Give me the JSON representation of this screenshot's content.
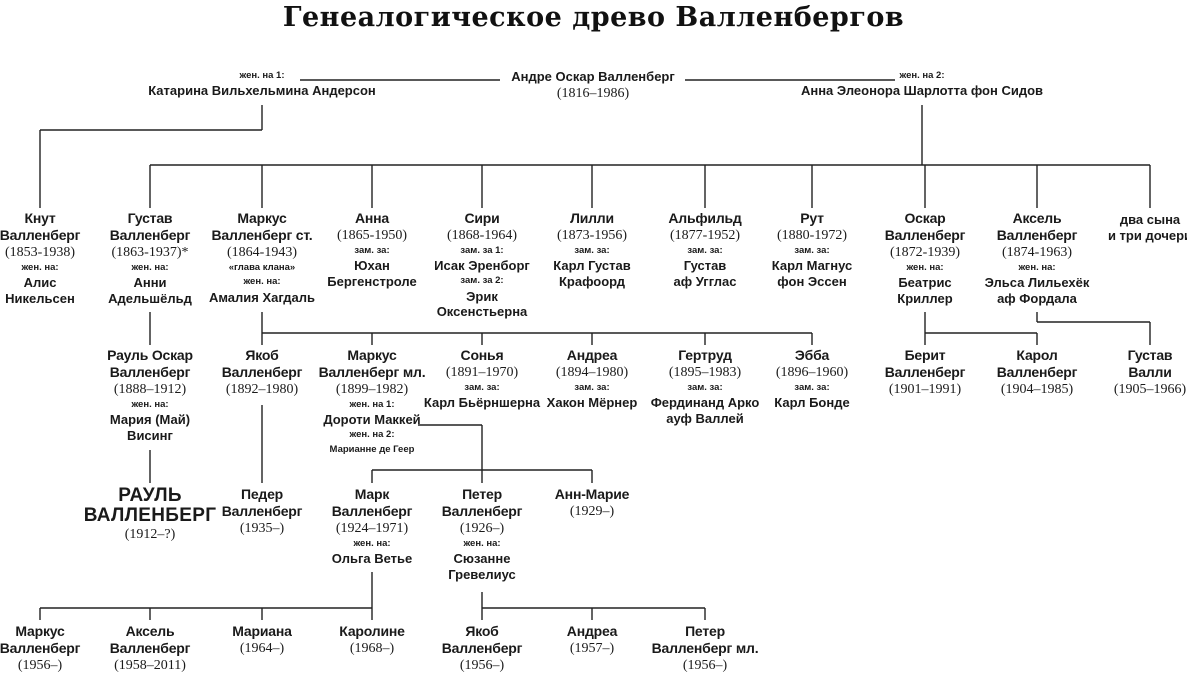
{
  "title": "Генеалогическое древо Валленбергов",
  "nodes": [
    {
      "id": "andre",
      "lines": [
        {
          "t": "Андре Оскар Валленберг",
          "k": "s"
        },
        {
          "t": "(1816–1986)",
          "k": "d"
        }
      ]
    },
    {
      "id": "katarina",
      "lines": [
        {
          "t": "жен. на 1:",
          "k": "l"
        },
        {
          "t": "Катарина Вильхельмина Андерсон",
          "k": "s"
        }
      ]
    },
    {
      "id": "anna_eleonora",
      "lines": [
        {
          "t": "жен. на 2:",
          "k": "l"
        },
        {
          "t": "Анна Элеонора Шарлотта фон Сидов",
          "k": "s"
        }
      ]
    },
    {
      "id": "knut",
      "lines": [
        {
          "t": "Кнут",
          "k": "n"
        },
        {
          "t": "Валленберг",
          "k": "n"
        },
        {
          "t": "(1853-1938)",
          "k": "d"
        },
        {
          "t": "жен. на:",
          "k": "l"
        },
        {
          "t": "Алис",
          "k": "s"
        },
        {
          "t": "Никельсен",
          "k": "s"
        }
      ]
    },
    {
      "id": "gustav",
      "lines": [
        {
          "t": "Густав",
          "k": "n"
        },
        {
          "t": "Валленберг",
          "k": "n"
        },
        {
          "t": "(1863-1937)*",
          "k": "d"
        },
        {
          "t": "жен. на:",
          "k": "l"
        },
        {
          "t": "Анни",
          "k": "s"
        },
        {
          "t": "Адельшёльд",
          "k": "s"
        }
      ]
    },
    {
      "id": "markus_sr",
      "lines": [
        {
          "t": "Маркус",
          "k": "n"
        },
        {
          "t": "Валленберг ст.",
          "k": "n"
        },
        {
          "t": "(1864-1943)",
          "k": "d"
        },
        {
          "t": "«глава клана»",
          "k": "l"
        },
        {
          "t": "жен. на:",
          "k": "l"
        },
        {
          "t": "Амалия Хагдаль",
          "k": "s"
        }
      ]
    },
    {
      "id": "anna",
      "lines": [
        {
          "t": "Анна",
          "k": "n"
        },
        {
          "t": "(1865-1950)",
          "k": "d"
        },
        {
          "t": "зам. за:",
          "k": "l"
        },
        {
          "t": "Юхан",
          "k": "s"
        },
        {
          "t": "Бергенстроле",
          "k": "s"
        }
      ]
    },
    {
      "id": "siri",
      "lines": [
        {
          "t": "Сири",
          "k": "n"
        },
        {
          "t": "(1868-1964)",
          "k": "d"
        },
        {
          "t": "зам. за 1:",
          "k": "l"
        },
        {
          "t": "Исак Эренборг",
          "k": "s"
        },
        {
          "t": "зам. за 2:",
          "k": "l"
        },
        {
          "t": "Эрик",
          "k": "s"
        },
        {
          "t": "Оксенстьерна",
          "k": "s"
        }
      ]
    },
    {
      "id": "lilli",
      "lines": [
        {
          "t": "Лилли",
          "k": "n"
        },
        {
          "t": "(1873-1956)",
          "k": "d"
        },
        {
          "t": "зам. за:",
          "k": "l"
        },
        {
          "t": "Карл Густав",
          "k": "s"
        },
        {
          "t": "Крафоорд",
          "k": "s"
        }
      ]
    },
    {
      "id": "alfhild",
      "lines": [
        {
          "t": "Альфильд",
          "k": "n"
        },
        {
          "t": "(1877-1952)",
          "k": "d"
        },
        {
          "t": "зам. за:",
          "k": "l"
        },
        {
          "t": "Густав",
          "k": "s"
        },
        {
          "t": "аф Угглас",
          "k": "s"
        }
      ]
    },
    {
      "id": "rut",
      "lines": [
        {
          "t": "Рут",
          "k": "n"
        },
        {
          "t": "(1880-1972)",
          "k": "d"
        },
        {
          "t": "зам. за:",
          "k": "l"
        },
        {
          "t": "Карл Магнус",
          "k": "s"
        },
        {
          "t": "фон Эссен",
          "k": "s"
        }
      ]
    },
    {
      "id": "oskar",
      "lines": [
        {
          "t": "Оскар",
          "k": "n"
        },
        {
          "t": "Валленберг",
          "k": "n"
        },
        {
          "t": "(1872-1939)",
          "k": "d"
        },
        {
          "t": "жен. на:",
          "k": "l"
        },
        {
          "t": "Беатрис",
          "k": "s"
        },
        {
          "t": "Криллер",
          "k": "s"
        }
      ]
    },
    {
      "id": "aksel",
      "lines": [
        {
          "t": "Аксель",
          "k": "n"
        },
        {
          "t": "Валленберг",
          "k": "n"
        },
        {
          "t": "(1874-1963)",
          "k": "d"
        },
        {
          "t": "жен. на:",
          "k": "l"
        },
        {
          "t": "Эльса Лильехёк",
          "k": "s"
        },
        {
          "t": "аф Фордала",
          "k": "s"
        }
      ]
    },
    {
      "id": "two_sons",
      "lines": [
        {
          "t": "два сына",
          "k": "s"
        },
        {
          "t": "и три дочери",
          "k": "s"
        }
      ]
    },
    {
      "id": "raoul_oskar",
      "lines": [
        {
          "t": "Рауль Оскар",
          "k": "n"
        },
        {
          "t": "Валленберг",
          "k": "n"
        },
        {
          "t": "(1888–1912)",
          "k": "d"
        },
        {
          "t": "жен. на:",
          "k": "l"
        },
        {
          "t": "Мария (Май)",
          "k": "s"
        },
        {
          "t": "Висинг",
          "k": "s"
        }
      ]
    },
    {
      "id": "jakob1",
      "lines": [
        {
          "t": "Якоб",
          "k": "n"
        },
        {
          "t": "Валленберг",
          "k": "n"
        },
        {
          "t": "(1892–1980)",
          "k": "d"
        }
      ]
    },
    {
      "id": "markus_jr",
      "lines": [
        {
          "t": "Маркус",
          "k": "n"
        },
        {
          "t": "Валленберг мл.",
          "k": "n"
        },
        {
          "t": "(1899–1982)",
          "k": "d"
        },
        {
          "t": "жен. на 1:",
          "k": "l"
        },
        {
          "t": "Дороти Маккей",
          "k": "s"
        },
        {
          "t": "жен. на 2:",
          "k": "l"
        },
        {
          "t": "Марианне де Геер",
          "k": "l"
        }
      ]
    },
    {
      "id": "sonja",
      "lines": [
        {
          "t": "Сонья",
          "k": "n"
        },
        {
          "t": "(1891–1970)",
          "k": "d"
        },
        {
          "t": "зам. за:",
          "k": "l"
        },
        {
          "t": "Карл Бьёрншерна",
          "k": "s"
        }
      ]
    },
    {
      "id": "andrea1",
      "lines": [
        {
          "t": "Андреа",
          "k": "n"
        },
        {
          "t": "(1894–1980)",
          "k": "d"
        },
        {
          "t": "зам. за:",
          "k": "l"
        },
        {
          "t": "Хакон Мёрнер",
          "k": "s"
        }
      ]
    },
    {
      "id": "gertrud",
      "lines": [
        {
          "t": "Гертруд",
          "k": "n"
        },
        {
          "t": "(1895–1983)",
          "k": "d"
        },
        {
          "t": "зам. за:",
          "k": "l"
        },
        {
          "t": "Фердинанд Арко",
          "k": "s"
        },
        {
          "t": "ауф Валлей",
          "k": "s"
        }
      ]
    },
    {
      "id": "ebba",
      "lines": [
        {
          "t": "Эбба",
          "k": "n"
        },
        {
          "t": "(1896–1960)",
          "k": "d"
        },
        {
          "t": "зам. за:",
          "k": "l"
        },
        {
          "t": "Карл Бонде",
          "k": "s"
        }
      ]
    },
    {
      "id": "berit",
      "lines": [
        {
          "t": "Берит",
          "k": "n"
        },
        {
          "t": "Валленберг",
          "k": "n"
        },
        {
          "t": "(1901–1991)",
          "k": "d"
        }
      ]
    },
    {
      "id": "karol",
      "lines": [
        {
          "t": "Карол",
          "k": "n"
        },
        {
          "t": "Валленберг",
          "k": "n"
        },
        {
          "t": "(1904–1985)",
          "k": "d"
        }
      ]
    },
    {
      "id": "gustav_valli",
      "lines": [
        {
          "t": "Густав",
          "k": "n"
        },
        {
          "t": "Валли",
          "k": "n"
        },
        {
          "t": "(1905–1966)",
          "k": "d"
        }
      ]
    },
    {
      "id": "raoul",
      "big": true,
      "lines": [
        {
          "t": "РАУЛЬ",
          "k": "n"
        },
        {
          "t": "ВАЛЛЕНБЕРГ",
          "k": "n"
        },
        {
          "t": "(1912–?)",
          "k": "d"
        }
      ]
    },
    {
      "id": "peder",
      "lines": [
        {
          "t": "Педер",
          "k": "n"
        },
        {
          "t": "Валленберг",
          "k": "n"
        },
        {
          "t": "(1935–)",
          "k": "d"
        }
      ]
    },
    {
      "id": "mark",
      "lines": [
        {
          "t": "Марк",
          "k": "n"
        },
        {
          "t": "Валленберг",
          "k": "n"
        },
        {
          "t": "(1924–1971)",
          "k": "d"
        },
        {
          "t": "жен. на:",
          "k": "l"
        },
        {
          "t": "Ольга Ветье",
          "k": "s"
        }
      ]
    },
    {
      "id": "peter",
      "lines": [
        {
          "t": "Петер",
          "k": "n"
        },
        {
          "t": "Валленберг",
          "k": "n"
        },
        {
          "t": "(1926–)",
          "k": "d"
        },
        {
          "t": "жен. на:",
          "k": "l"
        },
        {
          "t": "Сюзанне",
          "k": "s"
        },
        {
          "t": "Гревелиус",
          "k": "s"
        }
      ]
    },
    {
      "id": "ann_marie",
      "lines": [
        {
          "t": "Анн-Марие",
          "k": "n"
        },
        {
          "t": "(1929–)",
          "k": "d"
        }
      ]
    },
    {
      "id": "markus3",
      "lines": [
        {
          "t": "Маркус",
          "k": "n"
        },
        {
          "t": "Валленберг",
          "k": "n"
        },
        {
          "t": "(1956–)",
          "k": "d"
        }
      ]
    },
    {
      "id": "aksel2",
      "lines": [
        {
          "t": "Аксель",
          "k": "n"
        },
        {
          "t": "Валленберг",
          "k": "n"
        },
        {
          "t": "(1958–2011)",
          "k": "d"
        }
      ]
    },
    {
      "id": "mariana",
      "lines": [
        {
          "t": "Мариана",
          "k": "n"
        },
        {
          "t": "(1964–)",
          "k": "d"
        }
      ]
    },
    {
      "id": "karoline",
      "lines": [
        {
          "t": "Каролине",
          "k": "n"
        },
        {
          "t": "(1968–)",
          "k": "d"
        }
      ]
    },
    {
      "id": "jakob2",
      "lines": [
        {
          "t": "Якоб",
          "k": "n"
        },
        {
          "t": "Валленберг",
          "k": "n"
        },
        {
          "t": "(1956–)",
          "k": "d"
        }
      ]
    },
    {
      "id": "andrea2",
      "lines": [
        {
          "t": "Андреа",
          "k": "n"
        },
        {
          "t": "(1957–)",
          "k": "d"
        }
      ]
    },
    {
      "id": "peter_jr",
      "lines": [
        {
          "t": "Петер",
          "k": "n"
        },
        {
          "t": "Валленберг мл.",
          "k": "n"
        },
        {
          "t": "(1956–)",
          "k": "d"
        }
      ]
    }
  ]
}
